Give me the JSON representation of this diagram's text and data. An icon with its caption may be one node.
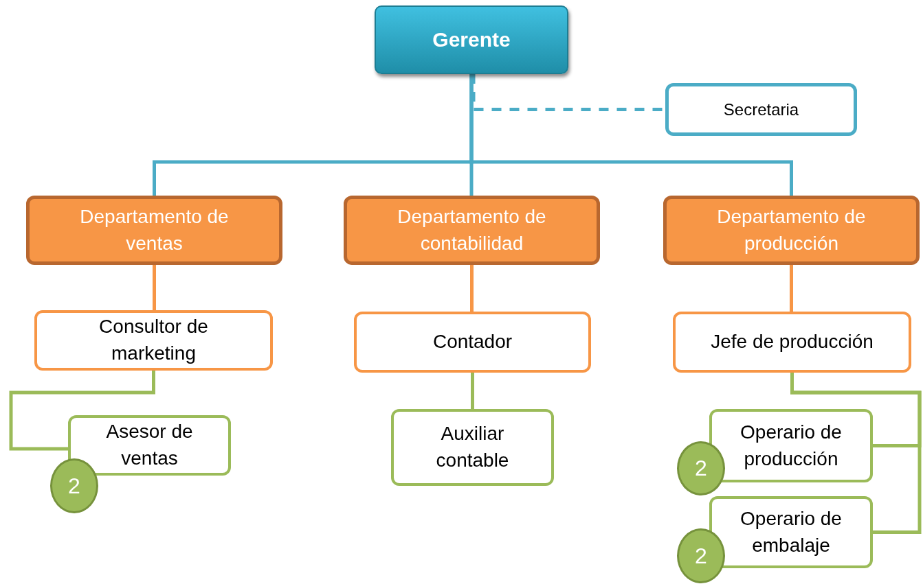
{
  "diagram": {
    "nodes": [
      {
        "text": [
          "Gerente"
        ]
      },
      {
        "text": [
          "Secretaria"
        ]
      },
      {
        "text": [
          "Departamento de ventas"
        ]
      },
      {
        "text": [
          "Departamento de contabilidad"
        ]
      },
      {
        "text": [
          "Departamento de producción"
        ]
      },
      {
        "text": [
          "Consultor de marketing"
        ]
      },
      {
        "text": [
          "Contador"
        ]
      },
      {
        "text": [
          "Jefe de producción"
        ]
      },
      {
        "text": [
          "Asesor de ventas"
        ]
      },
      {
        "text": [
          "2"
        ]
      },
      {
        "text": [
          "Auxiliar contable"
        ]
      },
      {
        "text": [
          "Operario de producción"
        ]
      },
      {
        "text": [
          "2"
        ]
      },
      {
        "text": [
          "Operario de embalaje"
        ]
      },
      {
        "text": [
          "2"
        ]
      }
    ],
    "edges": [
      {
        "from": 0,
        "to": 1,
        "arrow": "none",
        "style": "dashed"
      },
      {
        "from": 0,
        "to": 2,
        "arrow": "none"
      },
      {
        "from": 0,
        "to": 3,
        "arrow": "none"
      },
      {
        "from": 0,
        "to": 4,
        "arrow": "none"
      },
      {
        "from": 2,
        "to": 5,
        "arrow": "none",
        "color": "#f79646"
      },
      {
        "from": 3,
        "to": 6,
        "arrow": "none",
        "color": "#f79646"
      },
      {
        "from": 4,
        "to": 7,
        "arrow": "none",
        "color": "#f79646"
      },
      {
        "from": 5,
        "to": 8,
        "arrow": "none",
        "color": "#9bbb59"
      },
      {
        "from": 6,
        "to": 10,
        "arrow": "none",
        "color": "#9bbb59"
      },
      {
        "from": 7,
        "to": 11,
        "arrow": "none",
        "color": "#9bbb59"
      },
      {
        "from": 7,
        "to": 13,
        "arrow": "none",
        "color": "#9bbb59"
      }
    ]
  }
}
